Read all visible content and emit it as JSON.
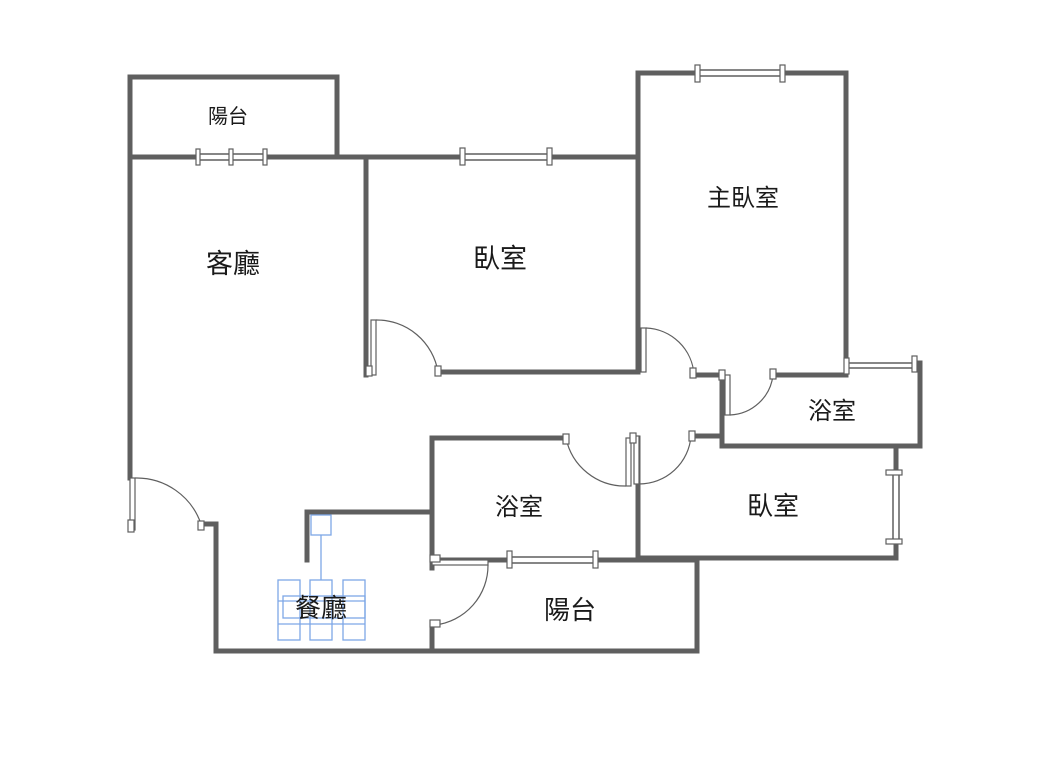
{
  "rooms": {
    "balcony_top": "陽台",
    "living_room": "客廳",
    "bedroom_middle": "臥室",
    "master_bedroom": "主臥室",
    "bathroom_master": "浴室",
    "bathroom_center": "浴室",
    "bedroom_right": "臥室",
    "dining_room": "餐廳",
    "balcony_bottom": "陽台"
  },
  "colors": {
    "wall": "#5f5f5f",
    "furniture": "#7ea7e6",
    "text": "#1a1a1a",
    "background": "#ffffff"
  }
}
